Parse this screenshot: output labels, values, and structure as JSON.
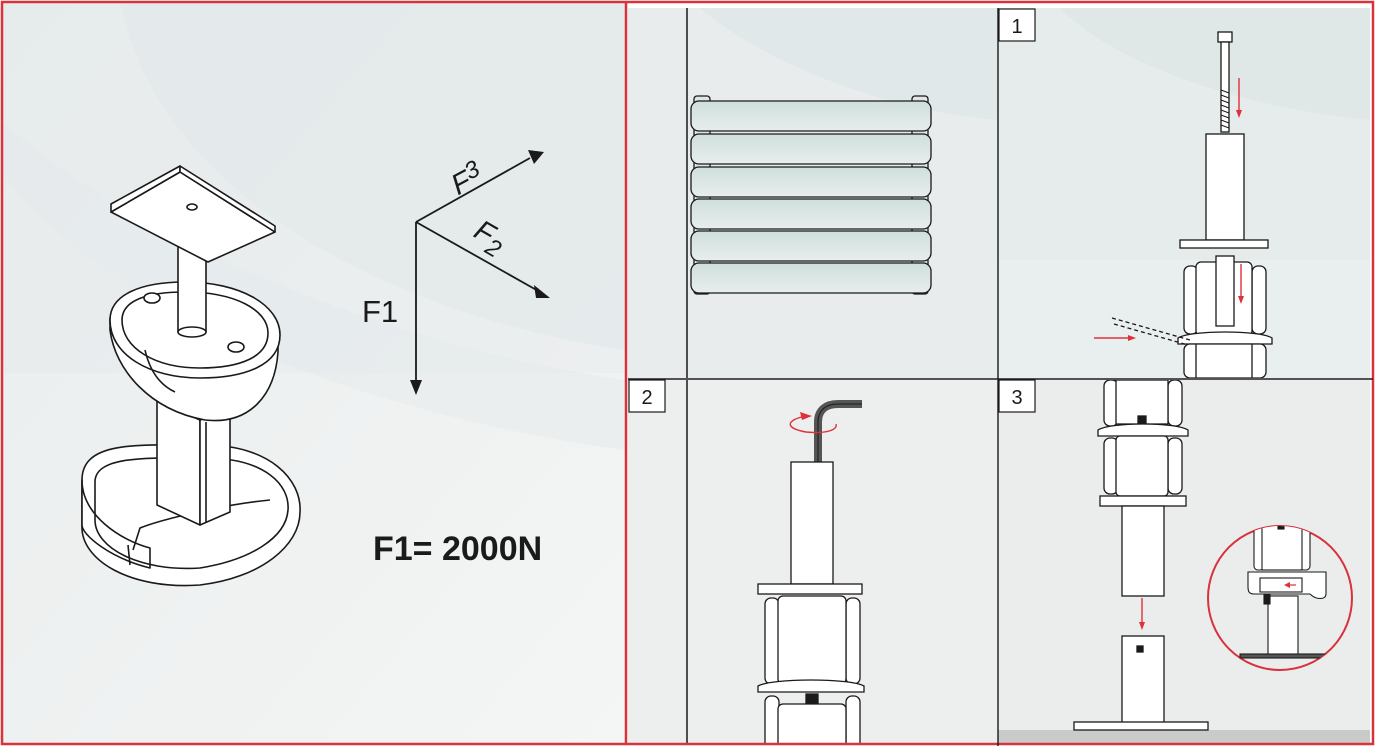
{
  "forces": {
    "f1": "F1",
    "f2_letter": "F",
    "f2_sub": "2",
    "f3_letter": "F",
    "f3_sub": "3",
    "equation": "F1= 2000N"
  },
  "steps": {
    "one": "1",
    "two": "2",
    "three": "3"
  },
  "colors": {
    "frame_red": "#d8323c",
    "arrow_red": "#e0303a",
    "line_dark": "#1a1a1a",
    "panel_bg": "#eceeee",
    "panel_blue": "#dde6e8",
    "floor": "#c9cbcb"
  },
  "icons": {
    "rotate": "rotate-arrow-icon",
    "down": "arrow-down-icon",
    "right": "arrow-right-icon"
  }
}
